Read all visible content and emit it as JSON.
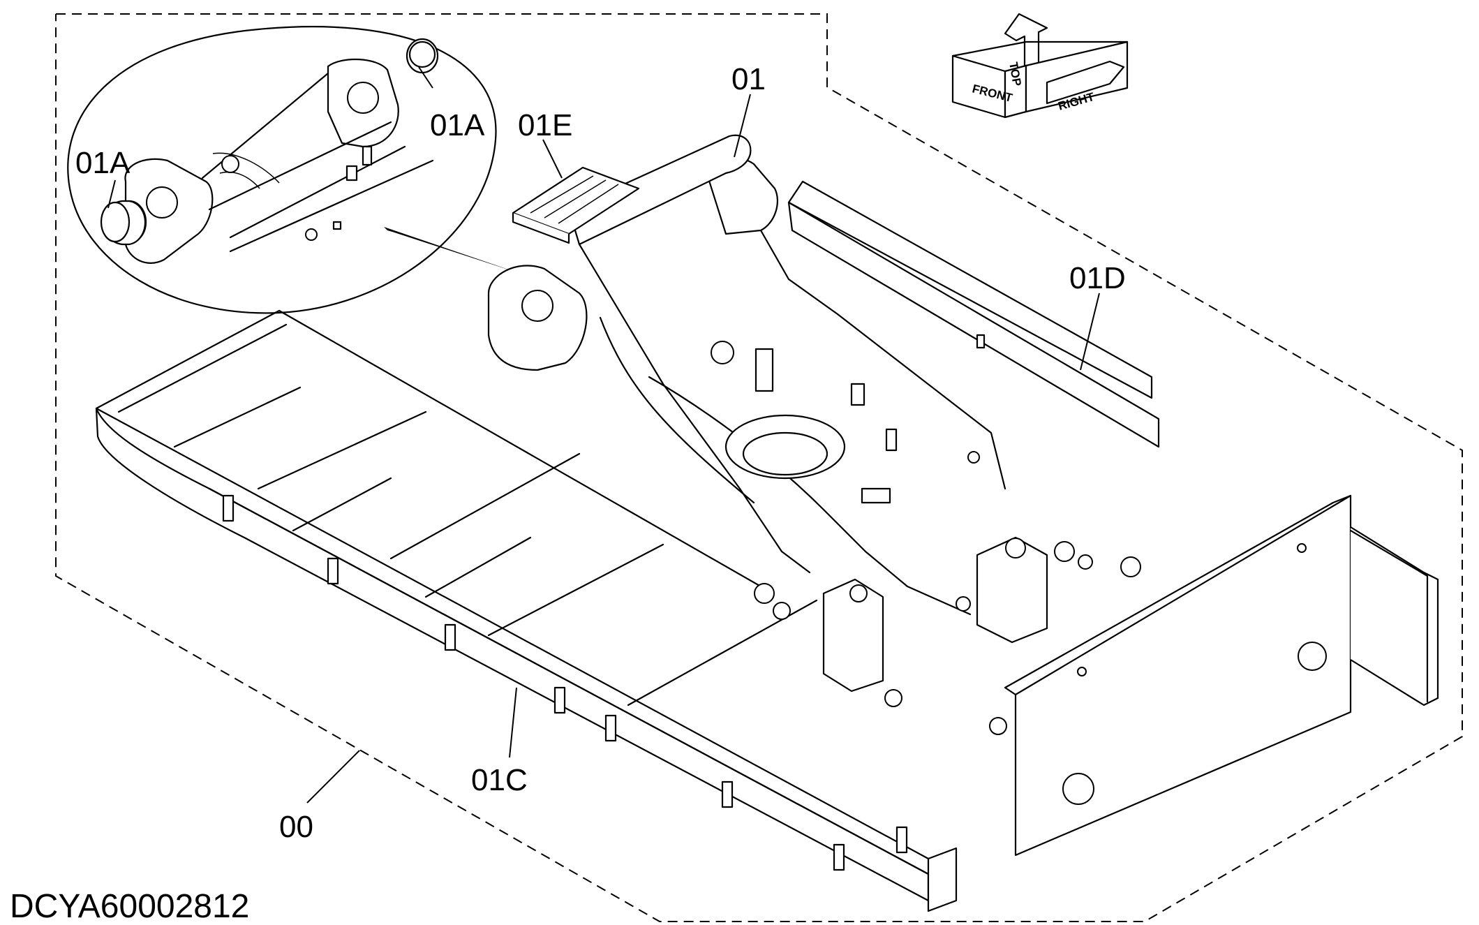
{
  "labels": {
    "main_frame": "01",
    "frame_assembly": "00",
    "step": "01E",
    "bushing_left": "01A",
    "bushing_right": "01A",
    "right_side_frame": "01D",
    "left_side_frame": "01C"
  },
  "orientation": {
    "top": "TOP",
    "front": "FRONT",
    "right": "RIGHT"
  },
  "drawing_id": "DCYA60002812"
}
